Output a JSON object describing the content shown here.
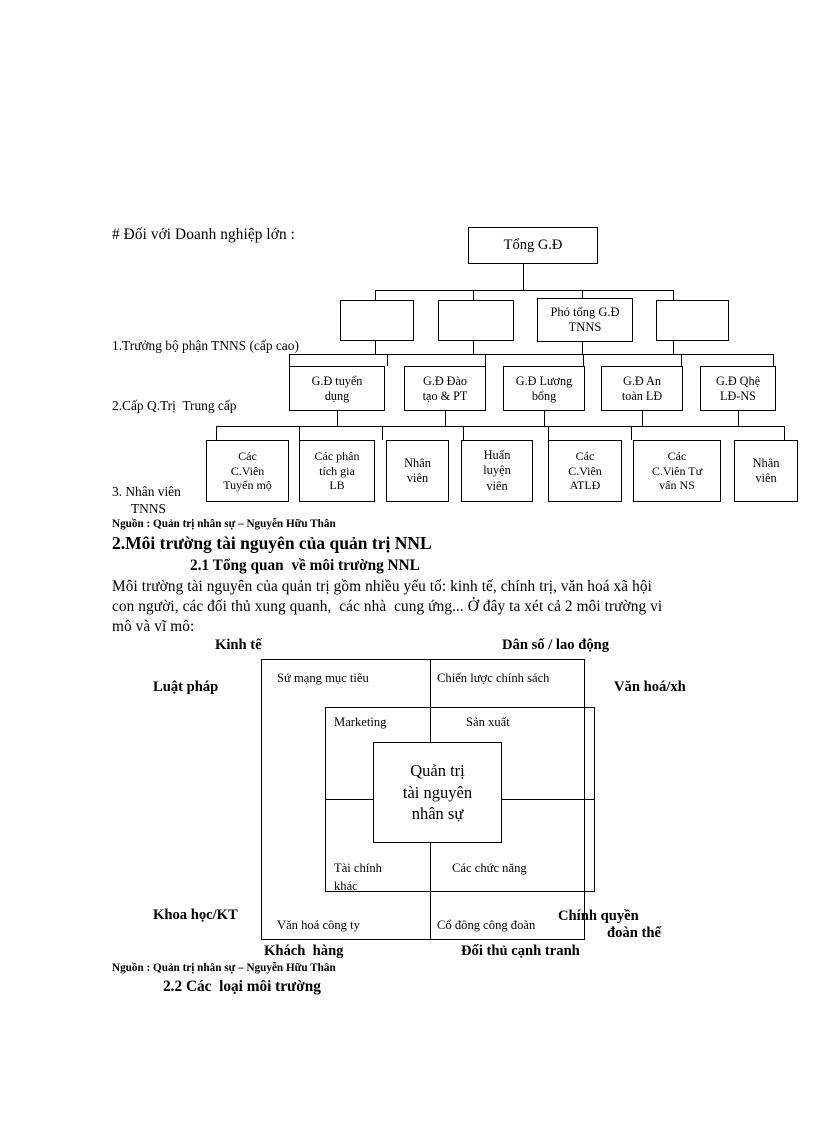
{
  "document": {
    "intro_line": "# Đối với Doanh nghiệp lớn :"
  },
  "org_chart": {
    "tier_labels": [
      "1.Trưởng bộ phận TNNS (cấp cao)",
      "2.Cấp Q.Trị  Trung cấp",
      "3. Nhân viên",
      "TNNS"
    ],
    "top": {
      "label": "Tổng G.Đ"
    },
    "tier1": [
      {
        "label": ""
      },
      {
        "label": ""
      },
      {
        "line1": "Phó tổng G.Đ",
        "line2": "TNNS"
      },
      {
        "label": ""
      }
    ],
    "tier2": [
      {
        "line1": "G.Đ tuyển",
        "line2": "dụng"
      },
      {
        "line1": "G.Đ Đào",
        "line2": "tạo & PT"
      },
      {
        "line1": "G.Đ Lương",
        "line2": "bổng"
      },
      {
        "line1": "G.Đ An",
        "line2": "toàn LĐ"
      },
      {
        "line1": "G.Đ Qhệ",
        "line2": "LĐ-NS"
      }
    ],
    "tier3": [
      {
        "line1": "Các",
        "line2": "C.Viên",
        "line3": "Tuyển mộ"
      },
      {
        "line1": "Các phân",
        "line2": "tích gia",
        "line3": "LB"
      },
      {
        "line1": "Nhân",
        "line2": "viên",
        "line3": ""
      },
      {
        "line1": "Huấn",
        "line2": "luyện",
        "line3": "viên"
      },
      {
        "line1": "Các",
        "line2": "C.Viên",
        "line3": "ATLĐ"
      },
      {
        "line1": "Các",
        "line2": "C.Viên Tư",
        "line3": "vấn NS"
      },
      {
        "line1": "Nhân",
        "line2": "viên",
        "line3": ""
      }
    ]
  },
  "source_note_1": "Nguồn : Quản trị nhân sự – Nguyễn Hữu Thân",
  "heading_2": "2.Môi trường tài nguyên của quản trị NNL",
  "heading_2_1": "2.1 Tổng quan  về môi trường NNL",
  "paragraph": [
    "Môi trường tài nguyên của quản trị gồm nhiều yếu tố: kinh tế, chính trị, văn hoá xã hội",
    "con người, các đối thủ xung quanh,  các nhà  cung ứng... Ở đây ta xét cả 2 môi trường vi",
    "mô và vĩ mô:"
  ],
  "env_diagram": {
    "outer_labels": {
      "top_left": "Kinh tế",
      "top_right": "Dân số / lao động",
      "left_upper": "Luật pháp",
      "right_upper": "Văn hoá/xh",
      "left_lower": "Khoa học/KT",
      "right_lower_line1": "Chính quyền",
      "right_lower_line2": "đoàn thể",
      "bottom_left": "Khách  hàng",
      "bottom_right": "Đối thủ cạnh tranh"
    },
    "cells": {
      "top_left": "Sứ mạng mục tiêu",
      "top_right": "Chiến lược chính sách",
      "mid_left": "Marketing",
      "mid_right": "Sản xuất",
      "low_left_line1": "Tài chính",
      "low_left_line2": "khác",
      "low_right": "Các chức năng",
      "bottom_left": "Văn hoá công ty",
      "bottom_right": "Cổ đông công đoàn"
    },
    "core": {
      "line1": "Quản trị",
      "line2": "tài nguyên",
      "line3": "nhân sự"
    }
  },
  "source_note_2": "Nguồn : Quản trị nhân sự – Nguyễn Hữu Thân",
  "heading_2_2": "2.2 Các  loại môi trường"
}
